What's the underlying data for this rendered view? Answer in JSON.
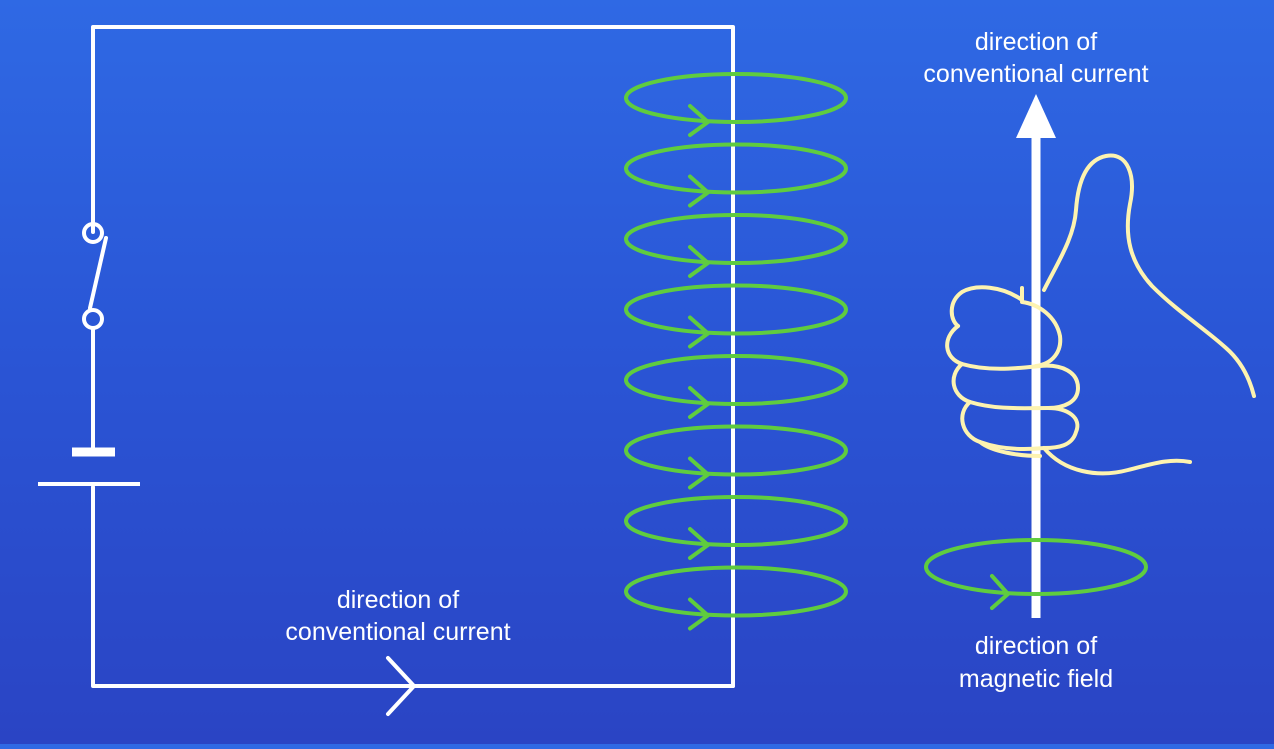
{
  "labels": {
    "circuit_current_line1": "direction of",
    "circuit_current_line2": "conventional current",
    "thumb_current_line1": "direction of",
    "thumb_current_line2": "conventional current",
    "field_line1": "direction of",
    "field_line2": "magnetic field"
  },
  "colors": {
    "background_top": "#2f69e4",
    "background_bottom": "#2a44c4",
    "wire": "#ffffff",
    "field_loop": "#5fcc3f",
    "hand": "#fdf3b0"
  },
  "icons": {
    "switch": "switch-symbol",
    "battery": "cell-symbol",
    "hand": "right-hand-thumb-up-icon"
  },
  "field_loop_count": 8
}
